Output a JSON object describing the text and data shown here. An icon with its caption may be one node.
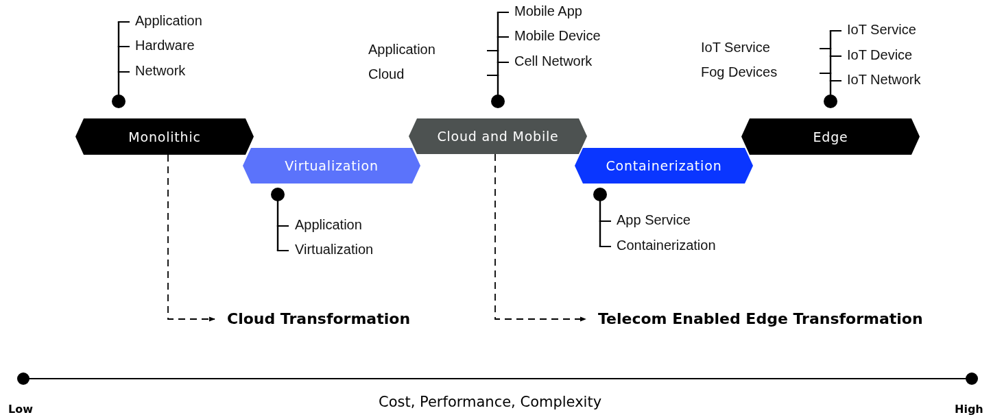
{
  "diagram": {
    "nodes": [
      {
        "text": [
          "Monolithic"
        ],
        "beside": [
          "Application",
          "Hardware",
          "Network"
        ]
      },
      {
        "text": [
          "Virtualization"
        ],
        "beside": [
          "Application",
          "Virtualization"
        ]
      },
      {
        "text": [
          "Cloud and Mobile"
        ],
        "beside": [
          "Application",
          "Cloud",
          "Mobile App",
          "Mobile Device",
          "Cell Network"
        ]
      },
      {
        "text": [
          "Containerization"
        ],
        "beside": [
          "App Service",
          "Containerization"
        ]
      },
      {
        "text": [
          "Edge"
        ],
        "beside": [
          "IoT Service",
          "Fog Devices",
          "IoT Service",
          "IoT Device",
          "IoT Network"
        ]
      },
      {
        "text": [
          "Cloud Transformation"
        ]
      },
      {
        "text": [
          "Telecom Enabled Edge Transformation"
        ]
      }
    ],
    "edges": [
      {
        "from": 0,
        "to": 5,
        "arrow": "to",
        "style": "dashed"
      },
      {
        "from": 2,
        "to": 6,
        "arrow": "to",
        "style": "dashed"
      }
    ],
    "labels": [
      "Low",
      "Cost, Performance, Complexity",
      "High"
    ]
  }
}
